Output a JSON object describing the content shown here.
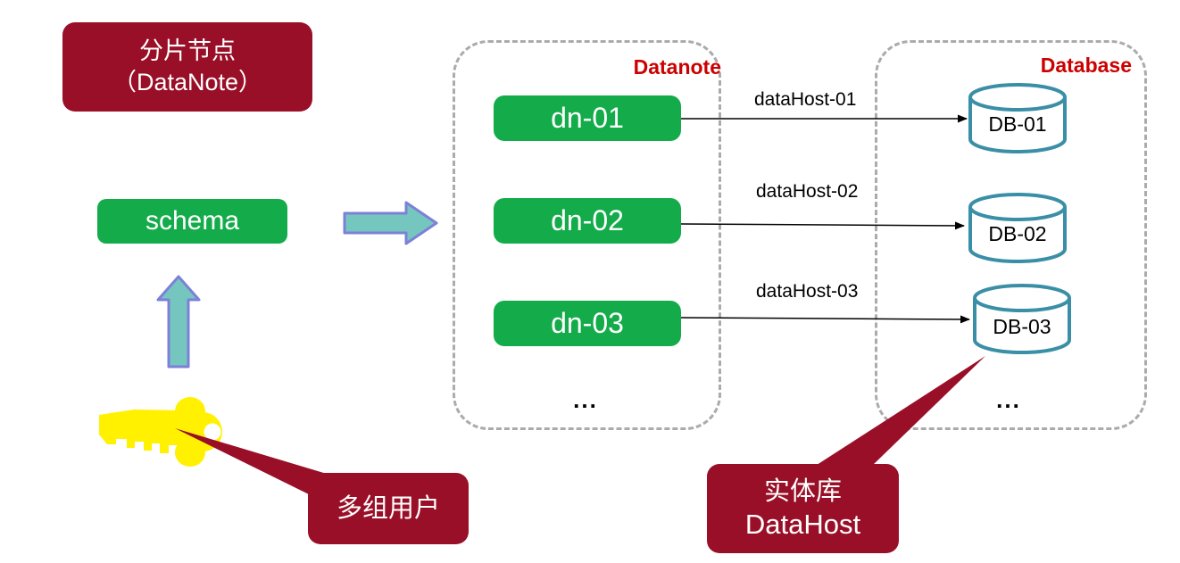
{
  "diagram": {
    "title_box": {
      "line1": "分片节点",
      "line2": "（DataNote）"
    },
    "schema_box": {
      "label": "schema"
    },
    "users_callout": {
      "label": "多组用户"
    },
    "datanote_group": {
      "label": "Datanote",
      "nodes": [
        {
          "label": "dn-01"
        },
        {
          "label": "dn-02"
        },
        {
          "label": "dn-03"
        }
      ],
      "ellipsis": "..."
    },
    "connections": [
      {
        "label": "dataHost-01"
      },
      {
        "label": "dataHost-02"
      },
      {
        "label": "dataHost-03"
      }
    ],
    "database_group": {
      "label": "Database",
      "databases": [
        {
          "label": "DB-01"
        },
        {
          "label": "DB-02"
        },
        {
          "label": "DB-03"
        }
      ],
      "ellipsis": "..."
    },
    "datahost_callout": {
      "line1": "实体库",
      "line2": "DataHost"
    },
    "icons": {
      "key": "key-icon",
      "cylinder": "database-cylinder-icon",
      "right_arrow": "right-arrow-icon",
      "up_arrow": "up-arrow-icon"
    },
    "colors": {
      "maroon": "#990F28",
      "green": "#14AC4A",
      "arrow_fill": "#76C6C0",
      "arrow_border": "#7C80D8",
      "group_label_red": "#CC0000",
      "dashed_border_gray": "#ABABAB",
      "cylinder_teal": "#3A8FA7",
      "key_yellow": "#FFF100"
    }
  }
}
